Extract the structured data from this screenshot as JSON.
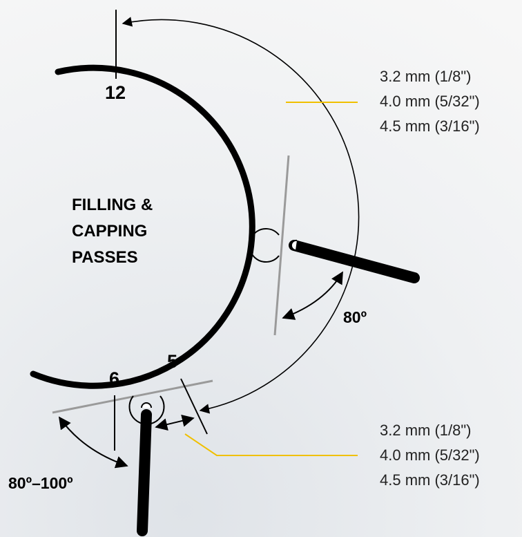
{
  "positions": {
    "top": "12",
    "bottom": "6",
    "side": "5"
  },
  "title_lines": [
    "FILLING &",
    "CAPPING",
    "PASSES"
  ],
  "angles": {
    "side": "80º",
    "bottom": "80º–100º"
  },
  "electrode_sizes_top": [
    "3.2 mm (1/8\")",
    "4.0 mm (5/32\")",
    "4.5 mm (3/16\")"
  ],
  "electrode_sizes_bottom": [
    "3.2 mm (1/8\")",
    "4.0 mm (5/32\")",
    "4.5 mm (3/16\")"
  ],
  "colors": {
    "pipe": "#000000",
    "reference_line": "#9a9a9a",
    "leader": "#f0c000",
    "text": "#222222"
  }
}
